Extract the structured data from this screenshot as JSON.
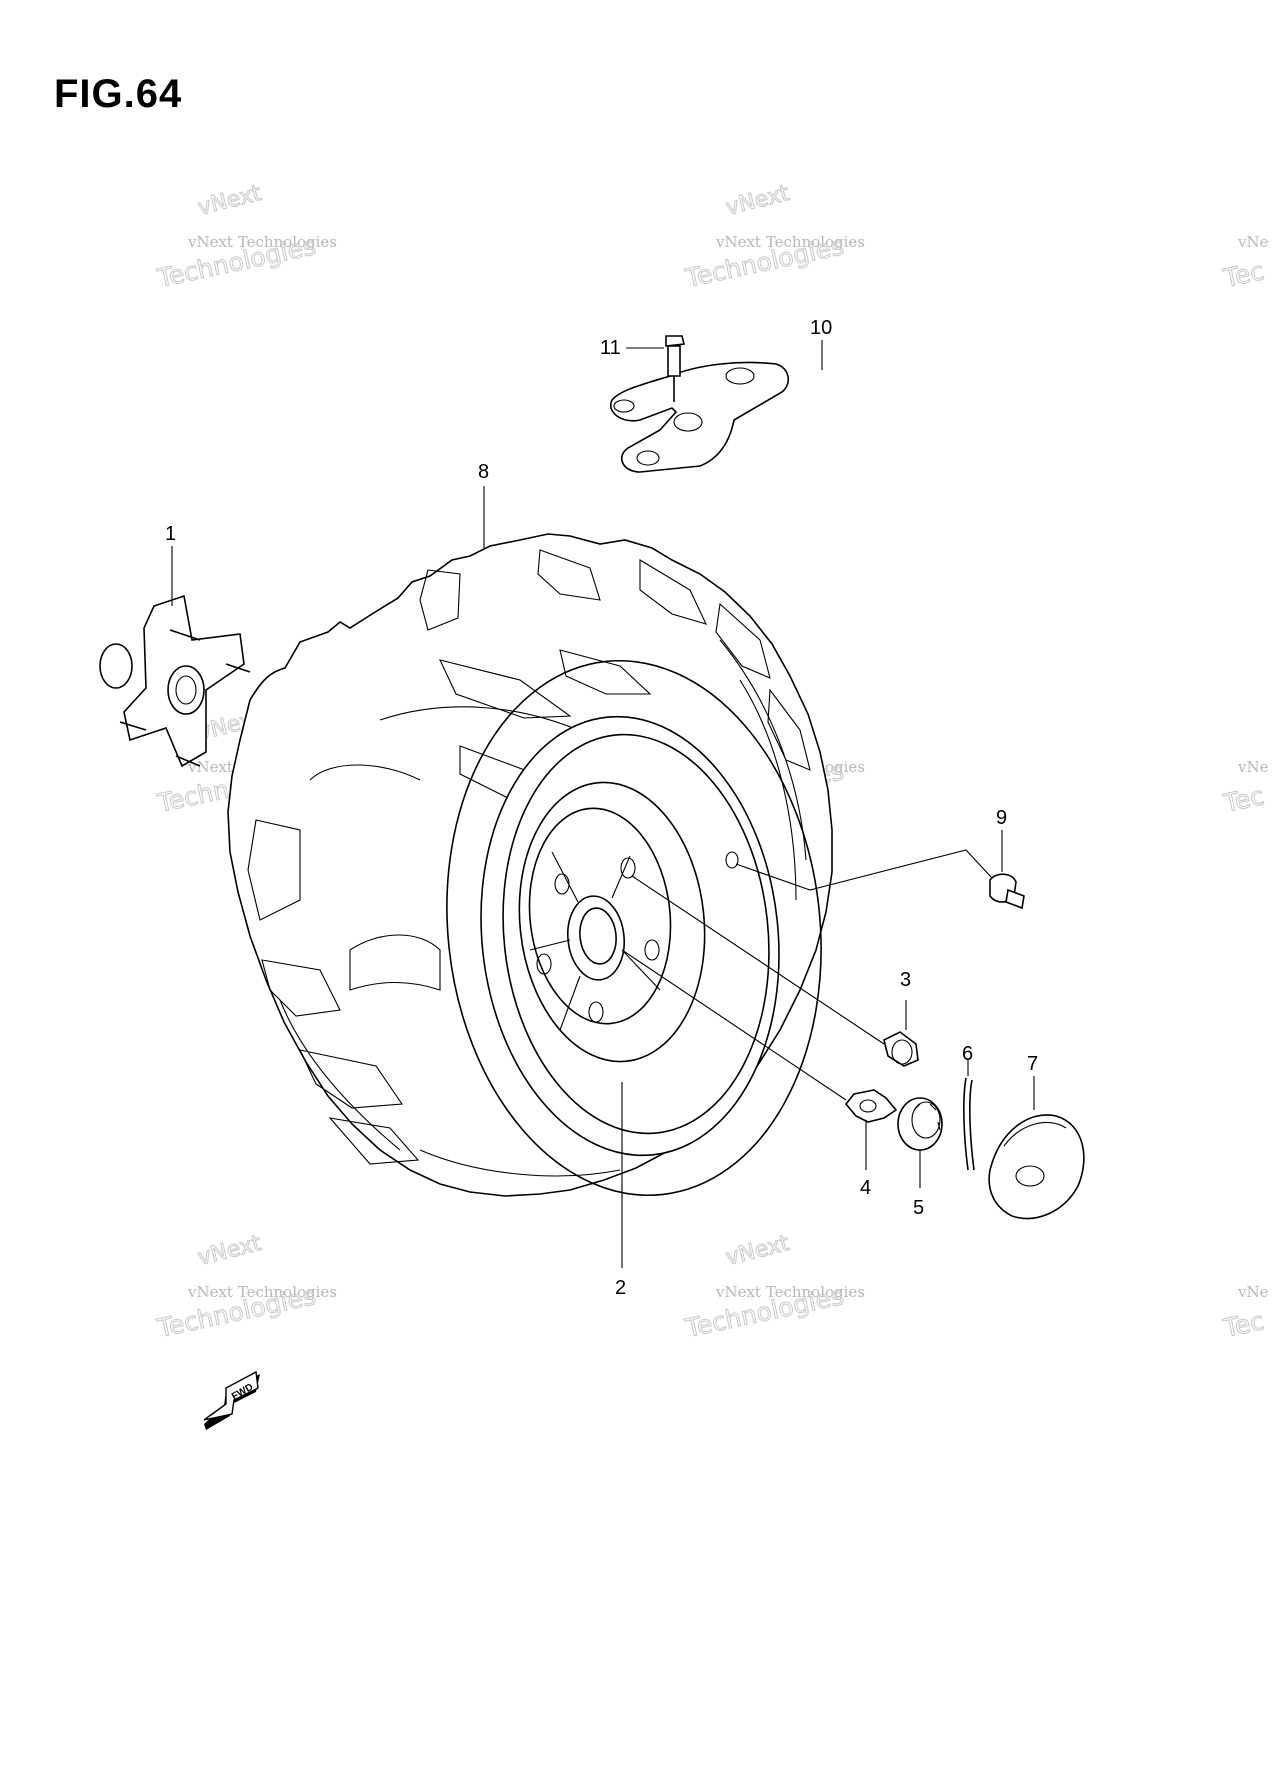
{
  "figure": {
    "title": "FIG.64"
  },
  "watermark": {
    "line1": "vNext",
    "line2": "vNext Technologies",
    "line3": "Technologies",
    "partial_line1": "vNe",
    "partial_line2": "Tec"
  },
  "callouts": [
    "1",
    "2",
    "3",
    "4",
    "5",
    "6",
    "7",
    "8",
    "9",
    "10",
    "11"
  ],
  "direction_label": "FWD"
}
